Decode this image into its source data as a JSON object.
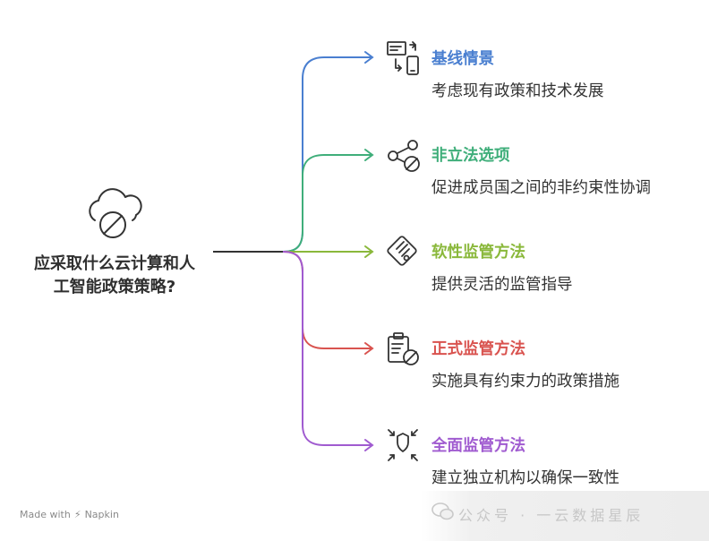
{
  "central": {
    "title": "应采取什么云计算和人工智能政策策略?"
  },
  "branches": [
    {
      "title": "基线情景",
      "desc": "考虑现有政策和技术发展",
      "color": "#4a7fd0",
      "icon": "devices-sync-icon"
    },
    {
      "title": "非立法选项",
      "desc": "促进成员国之间的非约束性协调",
      "color": "#3fae7a",
      "icon": "network-blocked-icon"
    },
    {
      "title": "软性监管方法",
      "desc": "提供灵活的监管指导",
      "color": "#8ab83b",
      "icon": "document-tag-icon"
    },
    {
      "title": "正式监管方法",
      "desc": "实施具有约束力的政策措施",
      "color": "#d9534f",
      "icon": "clipboard-blocked-icon"
    },
    {
      "title": "全面监管方法",
      "desc": "建立独立机构以确保一致性",
      "color": "#a05bd0",
      "icon": "shield-arrows-icon"
    }
  ],
  "footer": {
    "made_with": "Made with",
    "brand": "Napkin"
  },
  "watermark": {
    "text": "公众号 · 一云数据星辰"
  }
}
